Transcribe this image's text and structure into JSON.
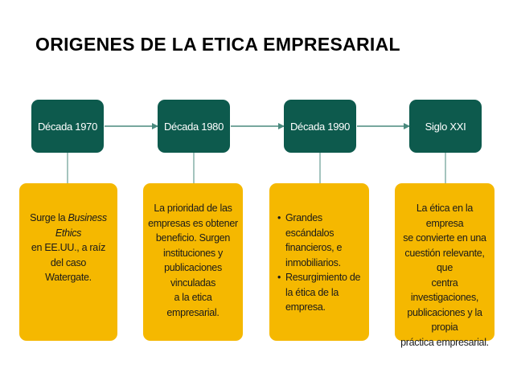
{
  "title": "ORIGENES DE LA ETICA EMPRESARIAL",
  "colors": {
    "era_box": "#0d5a4d",
    "card": "#f5b800",
    "connector": "#4a8a7e",
    "text_light": "#ffffff",
    "text_dark": "#1a1a1a"
  },
  "eras": [
    {
      "label": "Década 1970",
      "card": {
        "line1_pre": "Surge la ",
        "line1_em": "Business Ethics",
        "line2": "en EE.UU., a raíz del caso",
        "line3": "Watergate."
      }
    },
    {
      "label": "Década 1980",
      "card": {
        "lines": [
          "La prioridad de las",
          "empresas es obtener",
          "beneficio. Surgen",
          "instituciones y",
          "publicaciones  vinculadas",
          "a la etica empresarial."
        ]
      }
    },
    {
      "label": "Década 1990",
      "card": {
        "bullets": [
          "Grandes escándalos financieros, e inmobiliarios.",
          "Resurgimiento de la ética de la empresa."
        ]
      }
    },
    {
      "label": "Siglo XXI",
      "card": {
        "lines": [
          "La ética en la empresa",
          "se convierte en una",
          "cuestión relevante, que",
          "centra investigaciones,",
          "publicaciones y la propia",
          "práctica empresarial."
        ]
      }
    }
  ]
}
